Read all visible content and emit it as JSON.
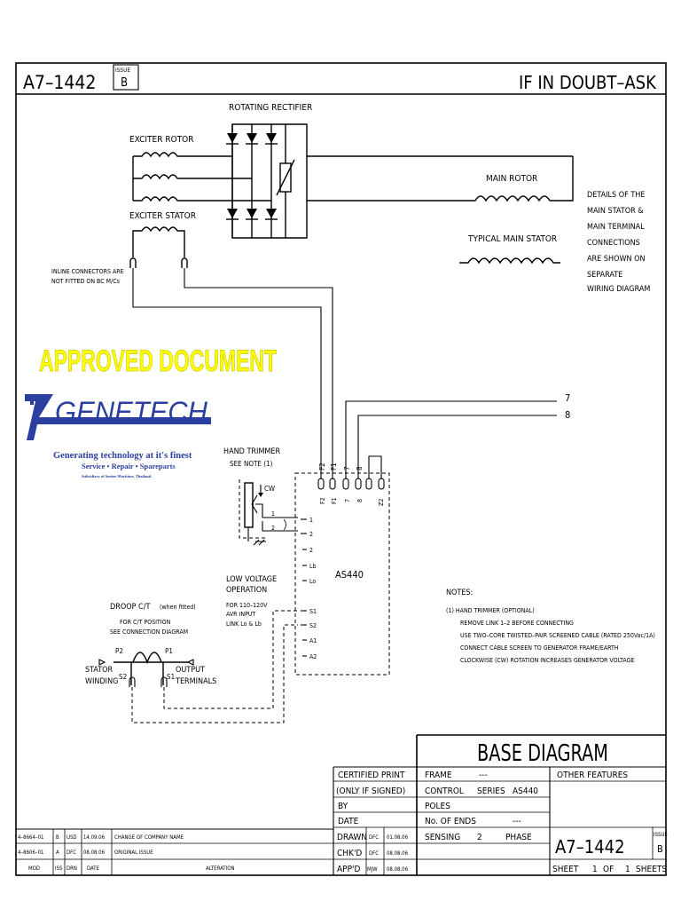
{
  "title_block": {
    "drawing_no": "A7–1442",
    "issue_label": "ISSUE",
    "issue": "B",
    "motto": "IF IN DOUBT–ASK",
    "base_diagram": "BASE DIAGRAM",
    "certified_print": "CERTIFIED PRINT",
    "only_if_signed": "(ONLY IF SIGNED)",
    "by": "BY",
    "date": "DATE",
    "drawn": "DRAWN",
    "drawn_by": "DFC",
    "drawn_date": "01.08.06",
    "chkd": "CHK'D",
    "chkd_by": "DFC",
    "chkd_date": "08.08.06",
    "appd": "APP'D",
    "appd_by": "MJW",
    "appd_date": "08.08.06",
    "frame": "FRAME",
    "frame_value": "---",
    "control": "CONTROL",
    "series": "SERIES",
    "series_value": "AS440",
    "poles": "POLES",
    "no_of_ends": "No. OF ENDS",
    "no_of_ends_value": "---",
    "sensing": "SENSING",
    "sensing_value": "2",
    "phase": "PHASE",
    "other_features": "OTHER FEATURES",
    "sheet": "SHEET",
    "sheet_no": "1",
    "of": "OF",
    "sheets_total": "1",
    "sheets": "SHEETS"
  },
  "revisions": {
    "rows": [
      {
        "mod": "4–8664–01",
        "iss": "B",
        "drn": "USD",
        "date": "14.09.06",
        "alteration": "CHANGE OF COMPANY NAME"
      },
      {
        "mod": "4–8606–01",
        "iss": "A",
        "drn": "DFC",
        "date": "08.08.06",
        "alteration": "ORIGINAL ISSUE"
      }
    ],
    "headers": {
      "mod": "MOD",
      "iss": "ISS",
      "drn": "DRN",
      "date": "DATE",
      "alteration": "ALTERATION"
    }
  },
  "diagram": {
    "rotating_rectifier": "ROTATING RECTIFIER",
    "exciter_rotor": "EXCITER ROTOR",
    "exciter_stator": "EXCITER STATOR",
    "main_rotor": "MAIN ROTOR",
    "typical_main_stator": "TYPICAL MAIN STATOR",
    "details_note": [
      "DETAILS OF THE",
      "MAIN STATOR &",
      "MAIN TERMINAL",
      "CONNECTIONS",
      "ARE SHOWN ON",
      "SEPARATE",
      "WIRING DIAGRAM"
    ],
    "inline_note": [
      "INLINE CONNECTORS ARE",
      "NOT FITTED ON BC M/Cs"
    ],
    "wire_7": "7",
    "wire_8": "8",
    "hand_trimmer": "HAND TRIMMER",
    "see_note": "SEE NOTE (1)",
    "cw": "CW",
    "trim_1": "1",
    "trim_2": "2",
    "avr_name": "AS440",
    "terminals_top": [
      "F2",
      "F1",
      "7",
      "8",
      "Z2"
    ],
    "terminals_left": [
      "1",
      "2",
      "2",
      "Lb",
      "Lo",
      "S1",
      "S2",
      "A1",
      "A2"
    ],
    "low_voltage": [
      "LOW VOLTAGE",
      "OPERATION"
    ],
    "low_voltage_note": [
      "FOR 110–120V",
      "AVR INPUT",
      "LINK Lo & Lb"
    ],
    "droop_ct": "DROOP C/T",
    "when_fitted": "(when fitted)",
    "ct_position": [
      "FOR C/T POSITION",
      "SEE CONNECTION DIAGRAM"
    ],
    "p2": "P2",
    "p1": "P1",
    "s2": "S2",
    "s1": "S1",
    "stator_winding": [
      "STATOR",
      "WINDING"
    ],
    "output_terminals": [
      "OUTPUT",
      "TERMINALS"
    ]
  },
  "notes": {
    "heading": "NOTES:",
    "lines": [
      "(1)  HAND TRIMMER (OPTIONAL)",
      "REMOVE LINK 1–2 BEFORE CONNECTING",
      "USE TWO–CORE TWISTED–PAIR SCREENED CABLE (RATED 250Vac/1A)",
      "CONNECT CABLE SCREEN TO GENERATOR FRAME/EARTH",
      "CLOCKWISE (CW) ROTATION INCREASES GENERATOR VOLTAGE"
    ]
  },
  "stamp": {
    "approved": "APPROVED DOCUMENT",
    "brand": "GENETECH",
    "tagline": "Generating technology at it's finest",
    "services": "Service • Repair • Spareparts",
    "subsidiary": "Subsidiary of Sentee Maritime, Thailand.",
    "colors": {
      "approved": "#ffff00",
      "brand": "#2a3fa0"
    }
  }
}
